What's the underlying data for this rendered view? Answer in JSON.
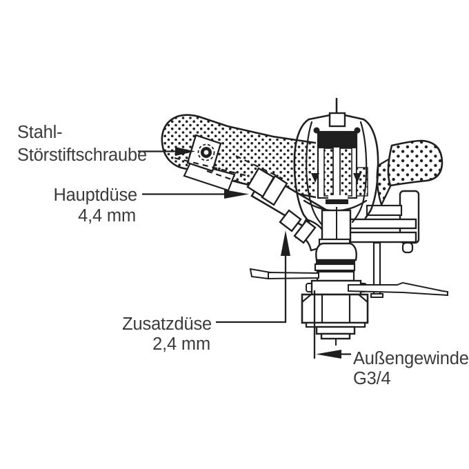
{
  "figure": {
    "labels": {
      "stoerstift": {
        "line1": "Stahl-",
        "line2": "Störstiftschraube"
      },
      "hauptduese": {
        "line1": "Hauptdüse",
        "line2": "4,4 mm"
      },
      "zusatzduese": {
        "line1": "Zusatzdüse",
        "line2": "2,4 mm"
      },
      "aussengewinde": {
        "line1": "Außengewinde",
        "line2": "G3/4"
      }
    },
    "colors": {
      "background": "#ffffff",
      "line": "#1f1f1f",
      "text": "#3b3b3b"
    }
  }
}
